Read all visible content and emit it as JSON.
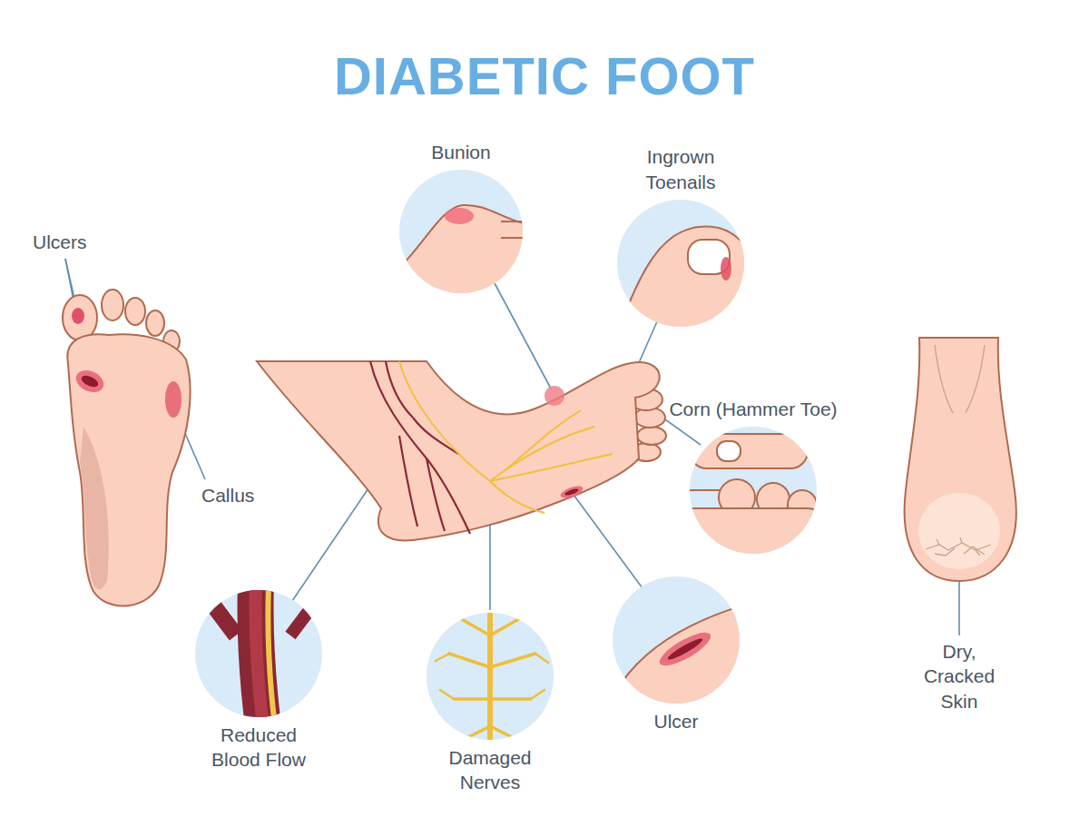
{
  "diagram": {
    "title": "DIABETIC FOOT",
    "nodes": [
      {
        "text": [
          "Bunion"
        ]
      },
      {
        "text": [
          "Ingrown Toenails"
        ]
      },
      {
        "text": [
          "Corn (Hammer Toe)"
        ]
      },
      {
        "text": [
          "Reduced Blood Flow"
        ]
      },
      {
        "text": [
          "Damaged Nerves"
        ]
      },
      {
        "text": [
          "Ulcer"
        ]
      }
    ],
    "labels": [
      "Ulcers",
      "Callus",
      "Dry, Cracked Skin"
    ]
  }
}
